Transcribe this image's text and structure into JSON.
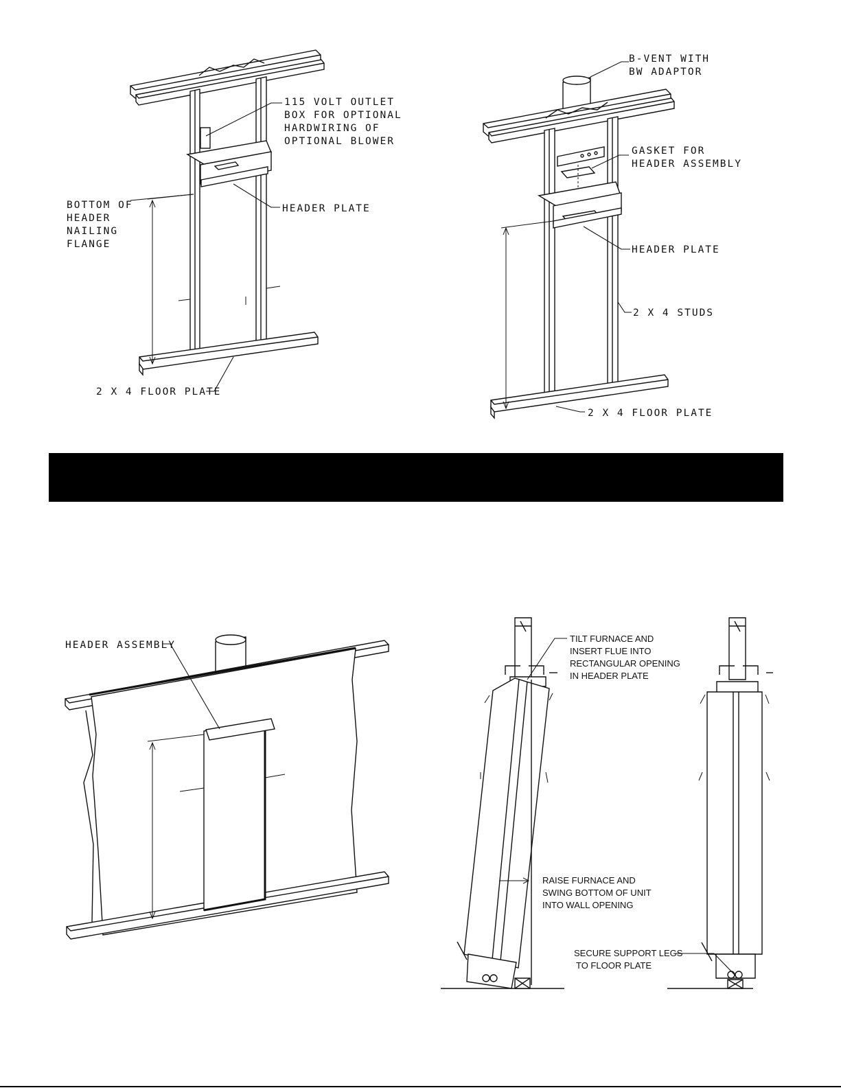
{
  "figure_top_left": {
    "callouts": {
      "outlet_box": [
        "115 VOLT OUTLET",
        "BOX FOR OPTIONAL",
        "HARDWIRING OF",
        "OPTIONAL BLOWER"
      ],
      "bottom_of_header": [
        "BOTTOM OF",
        "HEADER",
        "NAILING",
        "FLANGE"
      ],
      "header_plate": "HEADER PLATE",
      "floor_plate": "2 X 4 FLOOR PLATE"
    }
  },
  "figure_top_right": {
    "callouts": {
      "b_vent": [
        "B-VENT WITH",
        "BW ADAPTOR"
      ],
      "gasket": [
        "GASKET FOR",
        "HEADER ASSEMBLY"
      ],
      "header_plate": "HEADER PLATE",
      "studs": "2 X 4 STUDS",
      "floor_plate": "2 X 4 FLOOR PLATE"
    }
  },
  "banner": {
    "color": "#000000"
  },
  "figure_bottom_left": {
    "callouts": {
      "header_assembly": "HEADER ASSEMBLY"
    }
  },
  "figure_bottom_right": {
    "callouts": {
      "tilt": [
        "TILT FURNACE AND",
        "INSERT FLUE INTO",
        "RECTANGULAR OPENING",
        "IN HEADER PLATE"
      ],
      "raise": [
        "RAISE FURNACE AND",
        "SWING BOTTOM OF UNIT",
        "INTO WALL OPENING"
      ],
      "secure": [
        "SECURE SUPPORT LEGS",
        "TO FLOOR PLATE"
      ]
    }
  }
}
